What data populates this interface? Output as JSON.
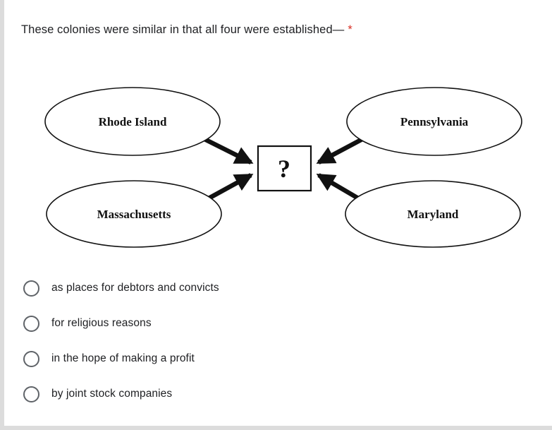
{
  "question": {
    "text": "These colonies were similar in that all four were established—",
    "required_marker": "*"
  },
  "diagram": {
    "nodes": [
      "Rhode Island",
      "Pennsylvania",
      "Massachusetts",
      "Maryland"
    ],
    "center_label": "?"
  },
  "options": [
    {
      "label": "as places for debtors and convicts"
    },
    {
      "label": "for religious reasons"
    },
    {
      "label": "in the hope of making a profit"
    },
    {
      "label": "by joint stock companies"
    }
  ],
  "colors": {
    "required_asterisk": "#d93025",
    "text": "#202124",
    "radio_border": "#5f6368",
    "diagram_stroke": "#111111"
  }
}
